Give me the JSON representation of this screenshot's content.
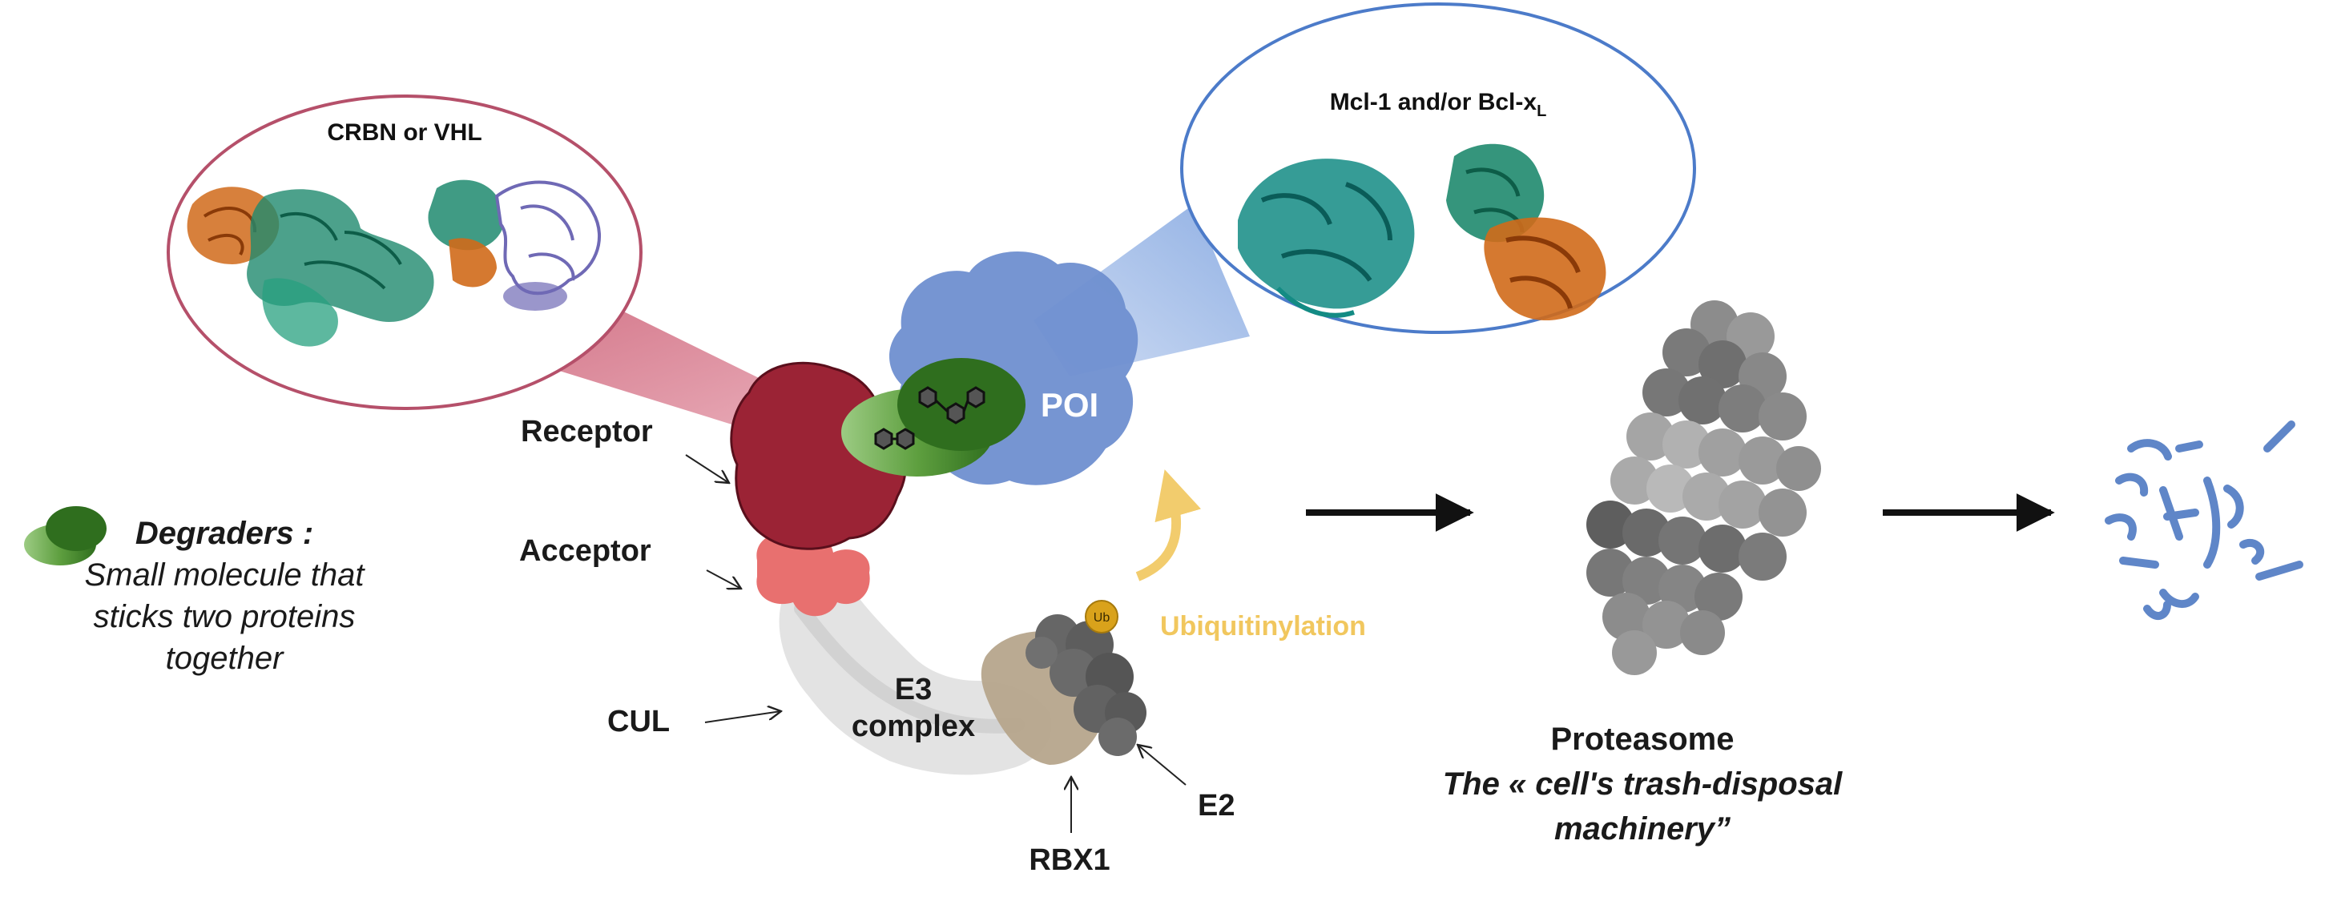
{
  "callouts": {
    "left_title": "CRBN or VHL",
    "right_title_main": "Mcl-1 and/or Bcl-x",
    "right_title_sub": "L"
  },
  "labels": {
    "poi": "POI",
    "receptor": "Receptor",
    "acceptor": "Acceptor",
    "cul": "CUL",
    "e3_line1": "E3",
    "e3_line2": "complex",
    "rbx1": "RBX1",
    "e2": "E2",
    "ub": "Ub",
    "ubiquitinylation": "Ubiquitinylation"
  },
  "degraders": {
    "title": "Degraders :",
    "line1": "Small molecule that",
    "line2": "sticks two proteins",
    "line3": "together"
  },
  "proteasome": {
    "title": "Proteasome",
    "line1": "The « cell's trash-disposal",
    "line2": "machinery”"
  },
  "colors": {
    "receptor": "#9b2335",
    "acceptor": "#e8706f",
    "poi": "#6f8fd0",
    "degrader": "#3e8a2a",
    "ub": "#d9a21b",
    "ubiquitinylation": "#f1c75e",
    "left_callout_border": "#b5506a",
    "right_callout_border": "#4c7bc9",
    "protein_green": "#1f8a6e",
    "protein_orange": "#d06a1a",
    "protein_purple": "#6f69b5",
    "fragments": "#5f86c8"
  }
}
